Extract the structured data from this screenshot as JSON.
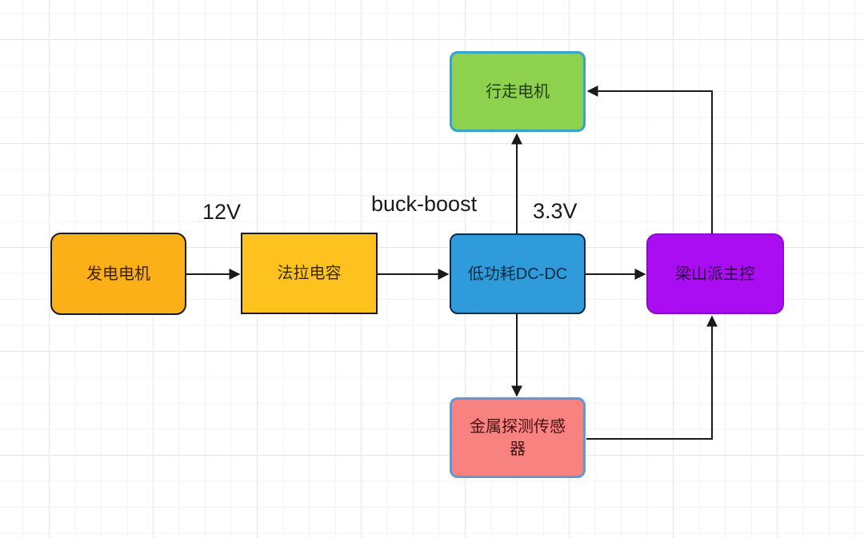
{
  "diagram": {
    "background": {
      "grid_minor_color": "#f3f3f3",
      "grid_major_color": "#e7e7e7",
      "canvas_color": "#ffffff"
    },
    "edge_color": "#1a1a1a",
    "nodes": [
      {
        "id": "gen-motor",
        "label": "发电电机",
        "fill": "#FBB017",
        "border": "#1a1a1a",
        "text_color": "#3a2102"
      },
      {
        "id": "farad-cap",
        "label": "法拉电容",
        "fill": "#FDC21D",
        "border": "#1a1a1a",
        "text_color": "#3a2a02"
      },
      {
        "id": "dcdc",
        "label": "低功耗DC-DC",
        "fill": "#2F9BDB",
        "border": "#0d2b40",
        "text_color": "#0d2b40"
      },
      {
        "id": "walk-motor",
        "label": "行走电机",
        "fill": "#8DD14F",
        "border": "#36A3C8",
        "text_color": "#1e3c10"
      },
      {
        "id": "mcu",
        "label": "梁山派主控",
        "fill": "#AA0DF2",
        "border": "#8A0BC8",
        "text_color": "#2d0342"
      },
      {
        "id": "metal-sensor",
        "label": "金属探测传感器",
        "fill": "#F8827F",
        "border": "#5C9BD5",
        "text_color": "#491013"
      }
    ],
    "edge_labels": [
      {
        "id": "label-12v",
        "text": "12V"
      },
      {
        "id": "label-buckboost",
        "text": "buck-boost"
      },
      {
        "id": "label-3v3",
        "text": "3.3V"
      }
    ],
    "edges": [
      {
        "from": "gen-motor",
        "to": "farad-cap",
        "label": "12V"
      },
      {
        "from": "farad-cap",
        "to": "dcdc",
        "label": "buck-boost"
      },
      {
        "from": "dcdc",
        "to": "walk-motor",
        "label": "3.3V"
      },
      {
        "from": "dcdc",
        "to": "mcu",
        "label": ""
      },
      {
        "from": "dcdc",
        "to": "metal-sensor",
        "label": ""
      },
      {
        "from": "mcu",
        "to": "walk-motor",
        "label": ""
      },
      {
        "from": "metal-sensor",
        "to": "mcu",
        "label": ""
      }
    ]
  }
}
